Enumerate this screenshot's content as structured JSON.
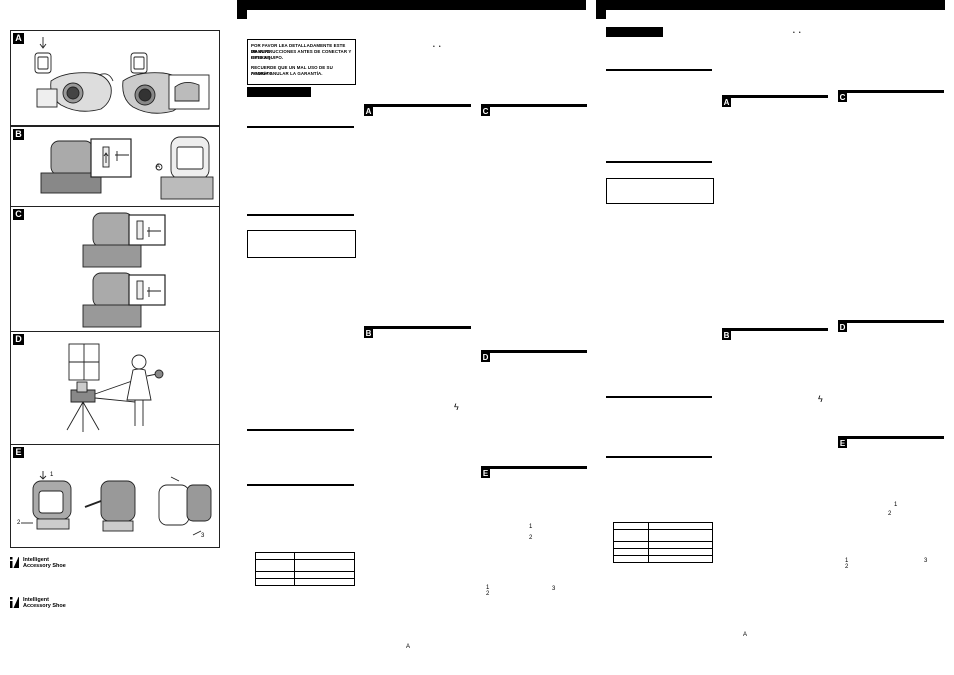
{
  "figures": {
    "panels": [
      "A",
      "B",
      "C",
      "D",
      "E"
    ],
    "callouts": {
      "b_part": "A",
      "e_step1": "1",
      "e_step2": "2",
      "e_step3": "3"
    }
  },
  "logo": {
    "line1": "Intelligent",
    "line2": "Accessory Shoe"
  },
  "page_es": {
    "warning_line1": "POR FAVOR LEA DETALLADAMENTE ESTE MANUAL",
    "warning_line2": "DE INSTRUCCIONES ANTES DE CONECTAR Y OPERAR",
    "warning_line3": "ESTE EQUIPO.",
    "warning_line4": "RECUERDE QUE UN MAL USO DE SU APARATO",
    "warning_line5": "PODRÍA ANULAR LA GARANTÍA.",
    "sections": [
      "A",
      "B",
      "C",
      "D",
      "E"
    ],
    "callouts": {
      "c_a": "1",
      "c_b": "2",
      "c_c": "1",
      "c_d": "2",
      "c_e": "3",
      "c_f": "A"
    }
  },
  "page_pt": {
    "sections": [
      "A",
      "B",
      "C",
      "D",
      "E"
    ],
    "callouts": {
      "c_a": "1",
      "c_b": "2",
      "c_c": "1",
      "c_d": "2",
      "c_e": "3",
      "c_f": "A"
    }
  },
  "colors": {
    "ink": "#000000",
    "paper": "#ffffff"
  }
}
